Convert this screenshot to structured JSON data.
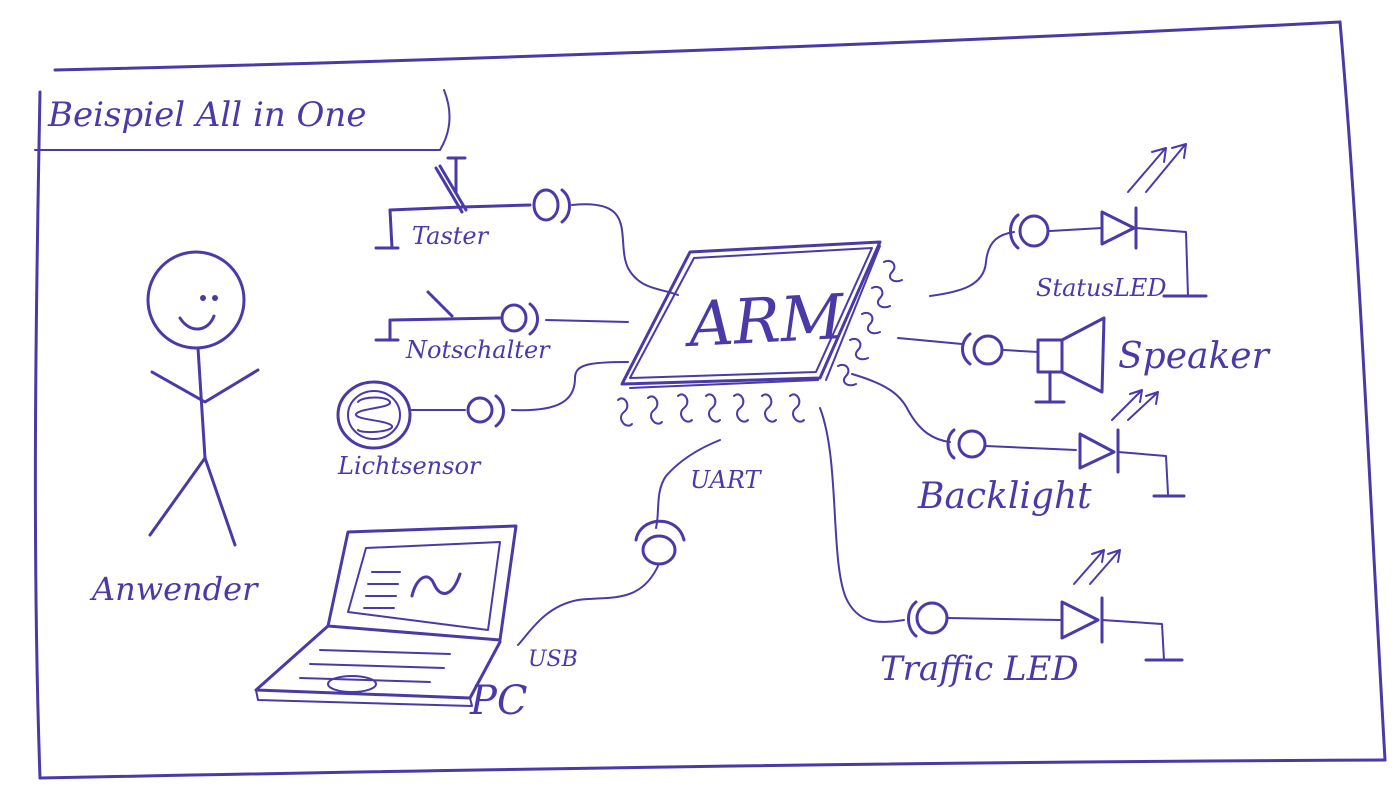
{
  "colors": {
    "ink": "#4a3aa8",
    "paper": "#ffffff"
  },
  "title": "Beispiel All in One",
  "labels": {
    "taster": "Taster",
    "notschalter": "Notschalter",
    "lichtsensor": "Lichtsensor",
    "anwender": "Anwender",
    "arm": "ARM",
    "uart": "UART",
    "usb": "USB",
    "pc": "PC",
    "status_led": "StatusLED",
    "speaker": "Speaker",
    "backlight": "Backlight",
    "traffic_led": "Traffic LED"
  }
}
